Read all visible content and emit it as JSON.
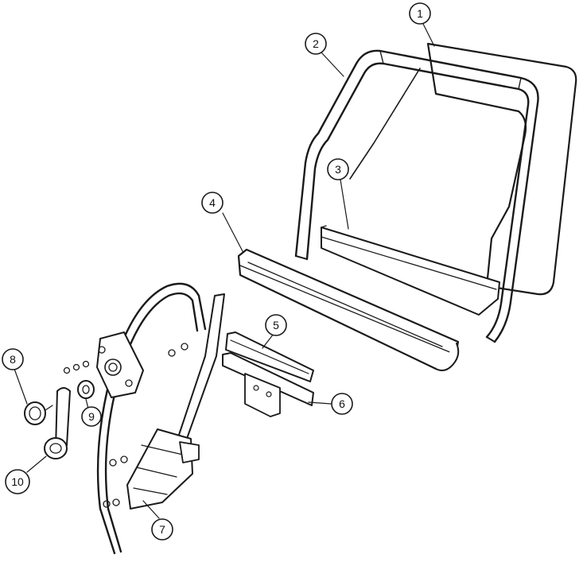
{
  "diagram": {
    "callouts": [
      {
        "id": "c1",
        "label": "1"
      },
      {
        "id": "c2",
        "label": "2"
      },
      {
        "id": "c3",
        "label": "3"
      },
      {
        "id": "c4",
        "label": "4"
      },
      {
        "id": "c5",
        "label": "5"
      },
      {
        "id": "c6",
        "label": "6"
      },
      {
        "id": "c7",
        "label": "7"
      },
      {
        "id": "c8",
        "label": "8"
      },
      {
        "id": "c9",
        "label": "9"
      },
      {
        "id": "c10",
        "label": "10"
      }
    ]
  },
  "colors": {
    "ink": "#1a1a1a",
    "paper": "#ffffff"
  }
}
